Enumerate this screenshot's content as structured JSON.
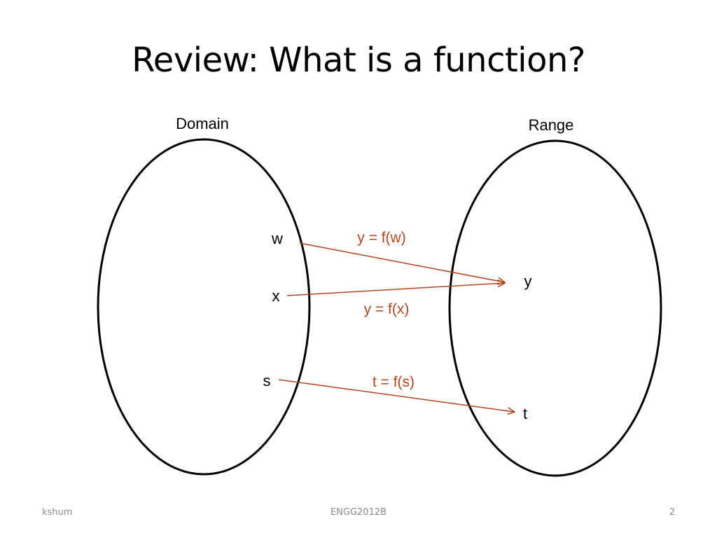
{
  "title": "Review: What is a function?",
  "domain_label": "Domain",
  "range_label": "Range",
  "domain_elements": [
    "w",
    "x",
    "s"
  ],
  "range_elements": [
    "y",
    "t"
  ],
  "mappings": [
    {
      "from": "w",
      "to": "y",
      "label": "y = f(w)"
    },
    {
      "from": "x",
      "to": "y",
      "label": "y = f(x)"
    },
    {
      "from": "s",
      "to": "t",
      "label": "t = f(s)"
    }
  ],
  "colors": {
    "arrow": "#b5441c",
    "mapping_label": "#b5441c",
    "outline": "#000000"
  },
  "footer": {
    "left": "kshum",
    "center": "ENGG2012B",
    "right": "2"
  }
}
